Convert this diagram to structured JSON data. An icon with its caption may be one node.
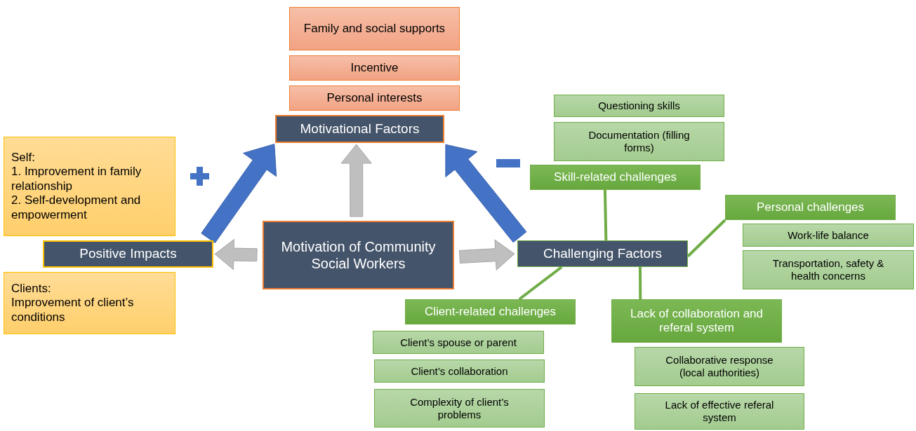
{
  "diagram": {
    "nodes": [
      {
        "text": [
          "Family and social supports"
        ]
      },
      {
        "text": [
          "Incentive"
        ]
      },
      {
        "text": [
          "Personal interests"
        ]
      },
      {
        "text": [
          "Motivational Factors"
        ]
      },
      {
        "text": [
          "Self:",
          "1. Improvement in family relationship",
          "2. Self-development and empowerment"
        ]
      },
      {
        "text": [
          "Positive Impacts"
        ]
      },
      {
        "text": [
          "Clients:",
          "Improvement of client’s conditions"
        ]
      },
      {
        "text": [
          "Motivation of Community Social Workers"
        ]
      },
      {
        "text": [
          "Challenging Factors"
        ]
      },
      {
        "text": [
          "Questioning skills"
        ]
      },
      {
        "text": [
          "Documentation (filling forms)"
        ]
      },
      {
        "text": [
          "Skill-related challenges"
        ]
      },
      {
        "text": [
          "Personal challenges"
        ]
      },
      {
        "text": [
          "Work-life balance"
        ]
      },
      {
        "text": [
          "Transportation, safety & health concerns"
        ]
      },
      {
        "text": [
          "Client-related challenges"
        ]
      },
      {
        "text": [
          "Lack of collaboration and referal system"
        ]
      },
      {
        "text": [
          "Client’s spouse or parent"
        ]
      },
      {
        "text": [
          "Client’s collaboration"
        ]
      },
      {
        "text": [
          "Complexity of client’s problems"
        ]
      },
      {
        "text": [
          "Collaborative response (local authorities)"
        ]
      },
      {
        "text": [
          "Lack of effective referal system"
        ]
      }
    ],
    "edges": [
      {
        "from": 7,
        "to": 3,
        "arrow": "to",
        "style": "thick",
        "color": "#bfbfbf"
      },
      {
        "from": 7,
        "to": 5,
        "arrow": "to",
        "style": "thick",
        "color": "#bfbfbf"
      },
      {
        "from": 7,
        "to": 8,
        "arrow": "to",
        "style": "thick",
        "color": "#bfbfbf"
      },
      {
        "from": 5,
        "to": 3,
        "arrow": "to",
        "style": "thick",
        "color": "#4472c4"
      },
      {
        "from": 8,
        "to": 3,
        "arrow": "to",
        "style": "thick",
        "color": "#4472c4"
      },
      {
        "from": 8,
        "to": 11,
        "arrow": "none"
      },
      {
        "from": 8,
        "to": 12,
        "arrow": "none"
      },
      {
        "from": 8,
        "to": 15,
        "arrow": "none"
      },
      {
        "from": 8,
        "to": 16,
        "arrow": "none"
      }
    ]
  }
}
